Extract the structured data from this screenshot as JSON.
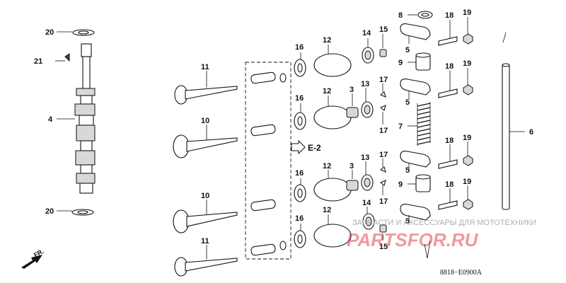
{
  "callouts": {
    "c20a": "20",
    "c21": "21",
    "c4": "4",
    "c20b": "20",
    "c11a": "11",
    "c10a": "10",
    "c10b": "10",
    "c11b": "11",
    "c16a": "16",
    "c16b": "16",
    "c16c": "16",
    "c16d": "16",
    "c12a": "12",
    "c12b": "12",
    "c12c": "12",
    "c12d": "12",
    "c3a": "3",
    "c3b": "3",
    "c14a": "14",
    "c14b": "14",
    "c13a": "13",
    "c13b": "13",
    "c15a": "15",
    "c15b": "15",
    "c17a": "17",
    "c17b": "17",
    "c17c": "17",
    "c17d": "17",
    "c8": "8",
    "c5a": "5",
    "c5b": "5",
    "c5c": "5",
    "c5d": "5",
    "c9a": "9",
    "c9b": "9",
    "c7": "7",
    "c18a": "18",
    "c18b": "18",
    "c18c": "18",
    "c18d": "18",
    "c19a": "19",
    "c19b": "19",
    "c19c": "19",
    "c19d": "19",
    "c6": "6"
  },
  "reference_label": "E-2",
  "front_label": "FR.",
  "diagram_code": "8818−E0900A",
  "watermark": {
    "line1": "ЗАПЧАСТИ И АКСЕССУАРЫ ДЛЯ МОТОТЕХНИКИ",
    "line2": "PARTSFOR.RU"
  }
}
